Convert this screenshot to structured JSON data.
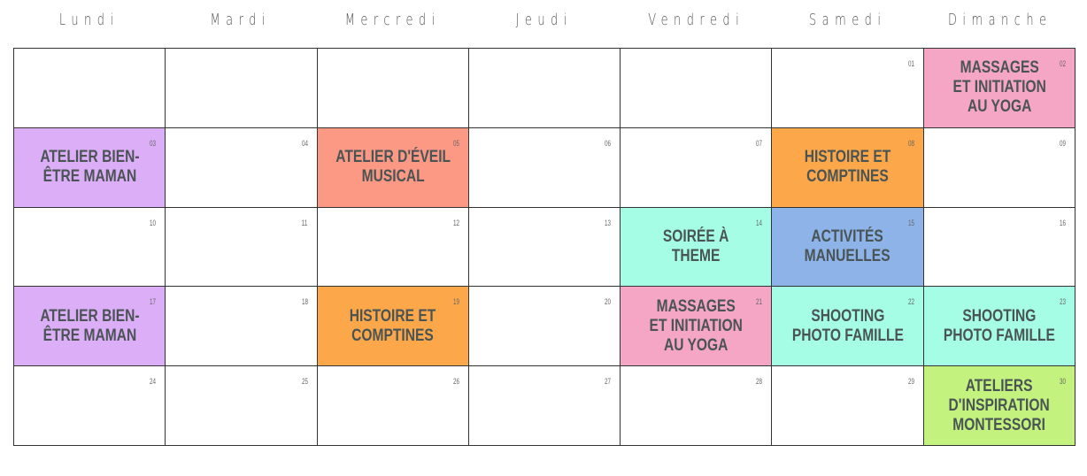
{
  "days": [
    "Lundi",
    "Mardi",
    "Mercredi",
    "Jeudi",
    "Vendredi",
    "Samedi",
    "Dimanche"
  ],
  "colors": {
    "purple": "#dcaef7",
    "orange": "#fca84a",
    "salmon": "#fb9985",
    "teal": "#a6fde5",
    "blue": "#8db3e9",
    "pink": "#f6a6c5",
    "lime": "#c4f27e",
    "empty": "#ffffff"
  },
  "cells": [
    {
      "num": "",
      "event": "",
      "color": "empty"
    },
    {
      "num": "",
      "event": "",
      "color": "empty"
    },
    {
      "num": "",
      "event": "",
      "color": "empty"
    },
    {
      "num": "",
      "event": "",
      "color": "empty"
    },
    {
      "num": "",
      "event": "",
      "color": "empty"
    },
    {
      "num": "01",
      "event": "",
      "color": "empty"
    },
    {
      "num": "02",
      "event": "MASSAGES\nET INITIATION\nAU YOGA",
      "color": "pink"
    },
    {
      "num": "03",
      "event": "ATELIER BIEN-\nÊTRE MAMAN",
      "color": "purple"
    },
    {
      "num": "04",
      "event": "",
      "color": "empty"
    },
    {
      "num": "05",
      "event": "ATELIER D'ÉVEIL\nMUSICAL",
      "color": "salmon"
    },
    {
      "num": "06",
      "event": "",
      "color": "empty"
    },
    {
      "num": "07",
      "event": "",
      "color": "empty"
    },
    {
      "num": "08",
      "event": "HISTOIRE ET\nCOMPTINES",
      "color": "orange"
    },
    {
      "num": "09",
      "event": "",
      "color": "empty"
    },
    {
      "num": "10",
      "event": "",
      "color": "empty"
    },
    {
      "num": "11",
      "event": "",
      "color": "empty"
    },
    {
      "num": "12",
      "event": "",
      "color": "empty"
    },
    {
      "num": "13",
      "event": "",
      "color": "empty"
    },
    {
      "num": "14",
      "event": "SOIRÉE À THEME",
      "color": "teal"
    },
    {
      "num": "15",
      "event": "ACTIVITÉS\nMANUELLES",
      "color": "blue"
    },
    {
      "num": "16",
      "event": "",
      "color": "empty"
    },
    {
      "num": "17",
      "event": "ATELIER BIEN-\nÊTRE MAMAN",
      "color": "purple"
    },
    {
      "num": "18",
      "event": "",
      "color": "empty"
    },
    {
      "num": "19",
      "event": "HISTOIRE ET\nCOMPTINES",
      "color": "orange"
    },
    {
      "num": "20",
      "event": "",
      "color": "empty"
    },
    {
      "num": "21",
      "event": "MASSAGES\nET INITIATION\nAU YOGA",
      "color": "pink"
    },
    {
      "num": "22",
      "event": "SHOOTING\nPHOTO FAMILLE",
      "color": "teal"
    },
    {
      "num": "23",
      "event": "SHOOTING\nPHOTO FAMILLE",
      "color": "teal"
    },
    {
      "num": "24",
      "event": "",
      "color": "empty"
    },
    {
      "num": "25",
      "event": "",
      "color": "empty"
    },
    {
      "num": "26",
      "event": "",
      "color": "empty"
    },
    {
      "num": "27",
      "event": "",
      "color": "empty"
    },
    {
      "num": "28",
      "event": "",
      "color": "empty"
    },
    {
      "num": "29",
      "event": "",
      "color": "empty"
    },
    {
      "num": "30",
      "event": "ATELIERS\nD'INSPIRATION\nMONTESSORI",
      "color": "lime"
    }
  ]
}
